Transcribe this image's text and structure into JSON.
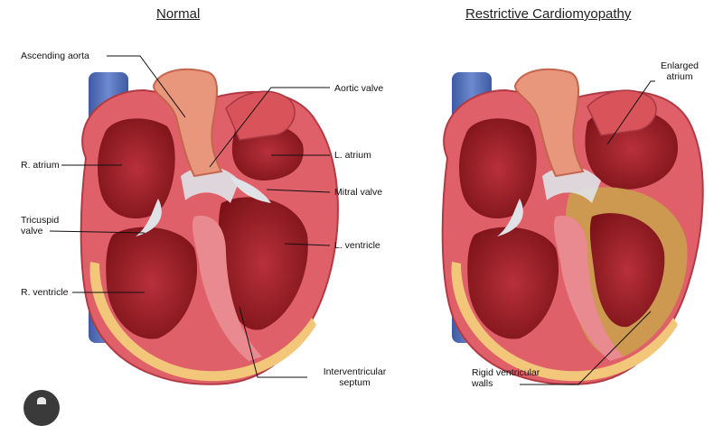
{
  "titles": {
    "normal": "Normal",
    "restrictive": "Restrictive Cardiomyopathy"
  },
  "normal_labels": {
    "ascending_aorta": "Ascending aorta",
    "aortic_valve": "Aortic valve",
    "r_atrium": "R. atrium",
    "l_atrium": "L. atrium",
    "mitral_valve": "Mitral valve",
    "tricuspid_valve": "Tricuspid valve",
    "l_ventricle": "L. ventricle",
    "r_ventricle": "R. ventricle",
    "interventricular_septum": "Interventricular septum"
  },
  "restrictive_labels": {
    "enlarged_atrium": "Enlarged atrium",
    "rigid_ventricular_walls": "Rigid ventricular walls"
  },
  "colors": {
    "vena_cava": "#4f6fb8",
    "aorta": "#e8967c",
    "muscle": "#d9545a",
    "chamber": "#a8232b",
    "valve": "#dfe3e8",
    "fat": "#f2c77a",
    "rigid_wall": "#c9a24a"
  },
  "icons": {
    "corner": "share-icon"
  }
}
